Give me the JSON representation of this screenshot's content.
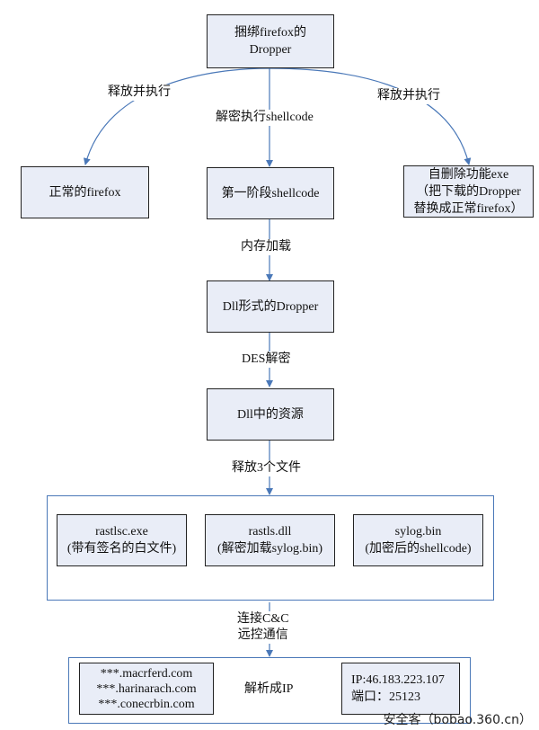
{
  "nodes": {
    "dropper": [
      "捆绑firefox的",
      "Dropper"
    ],
    "normal_firefox": "正常的firefox",
    "stage1": "第一阶段shellcode",
    "self_delete": [
      "自删除功能exe",
      "（把下载的Dropper",
      "替换成正常firefox）"
    ],
    "dll_dropper": "Dll形式的Dropper",
    "dll_resource": "Dll中的资源",
    "rastlsc": [
      "rastlsc.exe",
      "(带有签名的白文件)"
    ],
    "rastls": [
      "rastls.dll",
      "(解密加载sylog.bin)"
    ],
    "sylog": [
      "sylog.bin",
      "(加密后的shellcode)"
    ],
    "domains": [
      "***.macrferd.com",
      "***.harinarach.com",
      "***.conecrbin.com"
    ],
    "ip_box": [
      "IP:46.183.223.107",
      "端口：25123"
    ]
  },
  "edges": {
    "release_exec_left": "释放并执行",
    "decrypt_exec": "解密执行shellcode",
    "release_exec_right": "释放并执行",
    "mem_load": "内存加载",
    "des_decrypt": "DES解密",
    "release_3": "释放3个文件",
    "connect_cc": [
      "连接C&C",
      "远控通信"
    ],
    "resolve_ip": "解析成IP"
  },
  "watermark": "安全客（bobao.360.cn）",
  "colors": {
    "box_fill": "#e9edf7",
    "arrow": "#4a78b8"
  }
}
